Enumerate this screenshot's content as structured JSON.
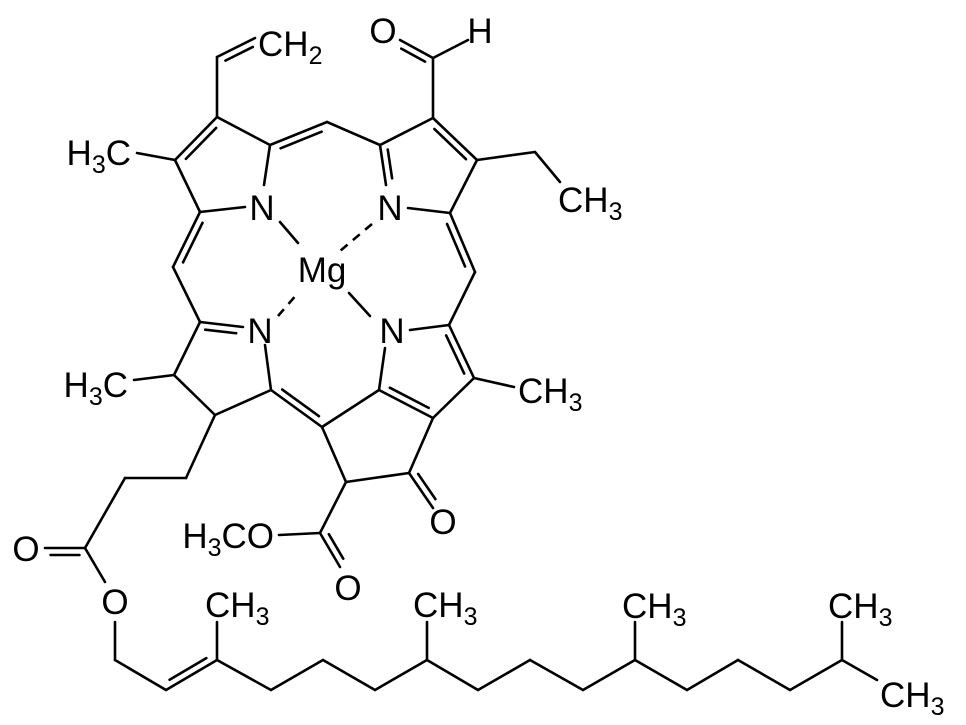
{
  "molecule": {
    "atoms": {
      "vinyl_ch2": {
        "a": "CH",
        "s": "2"
      },
      "aldehyde_o": {
        "a": "O"
      },
      "aldehyde_h": {
        "a": "H"
      },
      "ring_a_methyl": {
        "a": "H",
        "s": "3",
        "b": "C"
      },
      "ethyl_ch3": {
        "a": "CH",
        "s": "3"
      },
      "n_a": {
        "a": "N"
      },
      "n_b": {
        "a": "N"
      },
      "n_c": {
        "a": "N"
      },
      "n_d": {
        "a": "N"
      },
      "mg": {
        "a": "Mg"
      },
      "ring_d_methyl": {
        "a": "H",
        "s": "3",
        "b": "C"
      },
      "ring_c_methyl": {
        "a": "CH",
        "s": "3"
      },
      "ketone_o": {
        "a": "O"
      },
      "methoxy": {
        "a": "H",
        "s": "3",
        "b": "CO"
      },
      "ester_carbonyl_o": {
        "a": "O"
      },
      "propionate_carbonyl_o": {
        "a": "O"
      },
      "propionate_ester_o": {
        "a": "O"
      },
      "phytyl_ch3_1": {
        "a": "CH",
        "s": "3"
      },
      "phytyl_ch3_2": {
        "a": "CH",
        "s": "3"
      },
      "phytyl_ch3_3": {
        "a": "CH",
        "s": "3"
      },
      "phytyl_ch3_4": {
        "a": "CH",
        "s": "3"
      },
      "phytyl_ch3_5": {
        "a": "CH",
        "s": "3"
      }
    },
    "colors": {
      "bond": "#000000",
      "background": "#ffffff"
    }
  }
}
